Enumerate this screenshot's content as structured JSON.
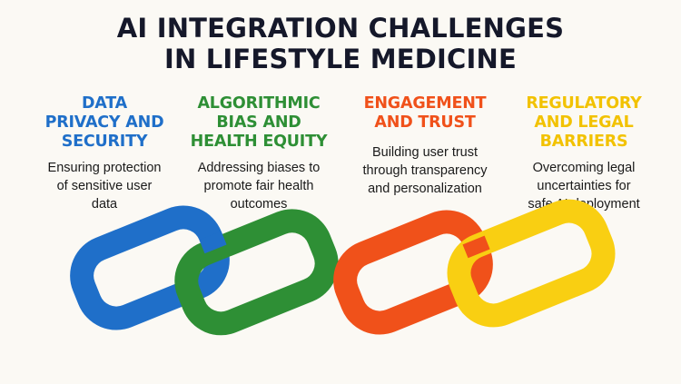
{
  "title": {
    "line1": "AI INTEGRATION CHALLENGES",
    "line2": "IN LIFESTYLE MEDICINE"
  },
  "columns": [
    {
      "heading": [
        "DATA",
        "PRIVACY AND",
        "SECURITY"
      ],
      "description": [
        "Ensuring protection",
        "of sensitive user",
        "data"
      ],
      "color": "#1f6fc9"
    },
    {
      "heading": [
        "ALGORITHMIC",
        "BIAS AND",
        "HEALTH EQUITY"
      ],
      "description": [
        "Addressing biases to",
        "promote fair health",
        "outcomes"
      ],
      "color": "#2e8f35"
    },
    {
      "heading": [
        "ENGAGEMENT",
        "AND TRUST"
      ],
      "description": [
        "Building user trust",
        "through transparency",
        "and personalization"
      ],
      "color": "#f0511a"
    },
    {
      "heading": [
        "REGULATORY",
        "AND LEGAL",
        "BARRIERS"
      ],
      "description": [
        "Overcoming legal",
        "uncertainties for",
        "safe AI deployment"
      ],
      "color": "#f2c200"
    }
  ],
  "chain": {
    "links": [
      "blue-link",
      "green-link",
      "orange-link",
      "yellow-link"
    ],
    "colors": [
      "#1f6fc9",
      "#2e8f35",
      "#f0511a",
      "#f9cf12"
    ]
  }
}
